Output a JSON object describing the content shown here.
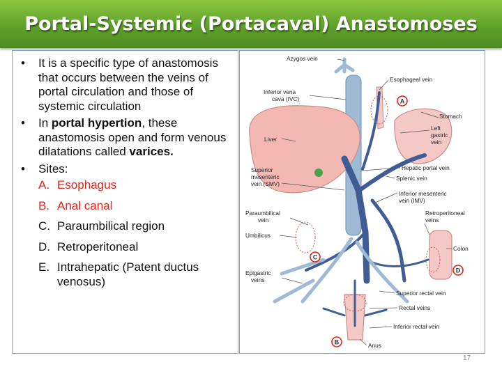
{
  "slide": {
    "title": "Portal-Systemic (Portacaval) Anastomoses",
    "page_number": "17"
  },
  "text": {
    "bullet1": "It is a specific type of anastomosis that occurs between the veins of portal circulation and those of systemic circulation",
    "bullet2_pre": "In ",
    "bullet2_bold": "portal hypertion",
    "bullet2_post": ", these anastomosis open and form venous dilatations called ",
    "bullet2_bold2": "varices.",
    "bullet3": "Sites:",
    "sites": [
      {
        "letter": "A.",
        "text": "Esophagus"
      },
      {
        "letter": "B.",
        "text": "Anal canal"
      },
      {
        "letter": "C.",
        "text": "Paraumbilical region"
      },
      {
        "letter": "D.",
        "text": "Retroperitoneal"
      },
      {
        "letter": "E.",
        "text": "Intrahepatic  (Patent ductus venosus)"
      }
    ]
  },
  "figure": {
    "labels": {
      "azygos": "Azygos vein",
      "esophageal": "Esophageal vein",
      "ivc1": "Inferior vena",
      "ivc2": "cava (IVC)",
      "stomach": "Stomach",
      "left1": "Left",
      "left2": "gastric",
      "left3": "vein",
      "liver": "Liver",
      "hepatic_portal": "Hepatic portal vein",
      "splenic": "Splenic vein",
      "smv1": "Superior",
      "smv2": "mesenteric",
      "smv3": "vein (SMV)",
      "imv1": "Inferior mesenteric",
      "imv2": "vein (IMV)",
      "paraumb1": "Paraumbilical",
      "paraumb2": "vein",
      "retro1": "Retroperitoneal",
      "retro2": "veins",
      "umbilicus": "Umbilicus",
      "colon": "Colon",
      "epi1": "Epigastric",
      "epi2": "veins",
      "sup_rectal": "Superior rectal vein",
      "rectal": "Rectal veins",
      "inf_rectal": "Inferior rectal vein",
      "anus": "Anus",
      "marker_a": "A",
      "marker_b": "B",
      "marker_c": "C",
      "marker_d": "D"
    },
    "colors": {
      "portal_vein": "#3f5c95",
      "systemic_vein": "#9fbad4",
      "organ_fill": "#f3c8c5",
      "marker": "#e2231a"
    }
  }
}
